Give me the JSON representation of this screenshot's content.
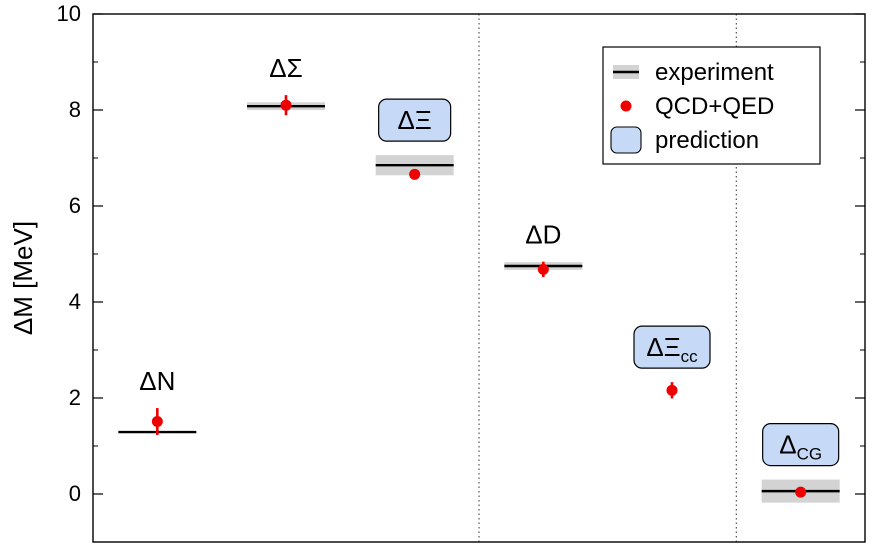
{
  "chart_data": {
    "type": "scatter",
    "ylabel": "ΔM [MeV]",
    "ylim": [
      -1,
      10
    ],
    "yticks": [
      0,
      2,
      4,
      6,
      8,
      10
    ],
    "grid": false,
    "category_count": 6,
    "separators_after": [
      3,
      5
    ],
    "legend": {
      "placement": "top-right",
      "entries": [
        {
          "label": "experiment",
          "kind": "line"
        },
        {
          "label": "QCD+QED",
          "kind": "point"
        },
        {
          "label": "prediction",
          "kind": "box"
        }
      ]
    },
    "colors": {
      "point": "#ee0000",
      "band": "#d3d3d3",
      "prediction_fill": "#c6daf7",
      "line": "#000000"
    },
    "items": [
      {
        "label": "ΔN",
        "sub": "",
        "prediction": false,
        "experiment": 1.29,
        "exp_err": 0.0,
        "value": 1.51,
        "err": 0.28
      },
      {
        "label": "ΔΣ",
        "sub": "",
        "prediction": false,
        "experiment": 8.08,
        "exp_err": 0.08,
        "value": 8.1,
        "err": 0.21
      },
      {
        "label": "ΔΞ",
        "sub": "",
        "prediction": true,
        "experiment": 6.85,
        "exp_err": 0.21,
        "value": 6.66,
        "err": 0.06
      },
      {
        "label": "ΔD",
        "sub": "",
        "prediction": false,
        "experiment": 4.75,
        "exp_err": 0.08,
        "value": 4.68,
        "err": 0.16
      },
      {
        "label": "ΔΞ",
        "sub": "cc",
        "prediction": true,
        "experiment": null,
        "exp_err": null,
        "value": 2.16,
        "err": 0.17
      },
      {
        "label": "Δ",
        "sub": "CG",
        "prediction": true,
        "experiment": 0.06,
        "exp_err": 0.24,
        "value": 0.04,
        "err": 0.0
      }
    ]
  }
}
